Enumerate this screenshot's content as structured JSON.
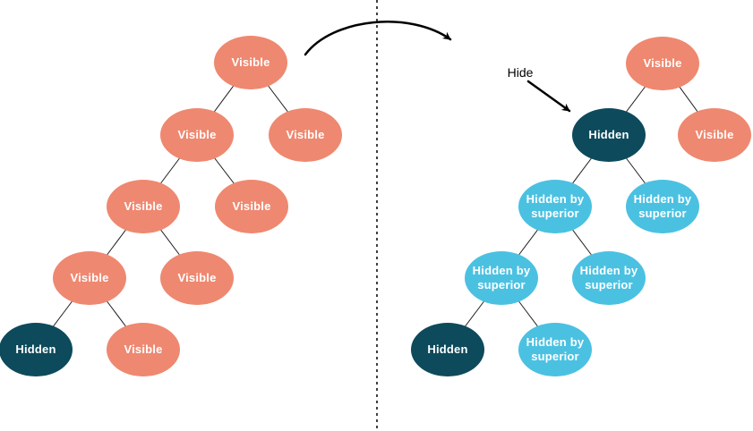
{
  "annotation": {
    "hide_label": "Hide"
  },
  "colors": {
    "visible": "#EF8870",
    "hidden": "#0D4A5C",
    "hidden_by_superior": "#4BC1E2",
    "node_text": "#FFFFFF",
    "edge_line": "#1F1F1F",
    "annotation_text": "#000000"
  },
  "legend_semantics": {
    "visible": "Visible",
    "hidden": "Hidden",
    "hidden_by_superior": "Hidden by superior"
  },
  "left_tree": {
    "description": "tree before hide operation",
    "nodes": [
      {
        "label": "Visible",
        "type": "visible"
      },
      {
        "label": "Visible",
        "type": "visible"
      },
      {
        "label": "Visible",
        "type": "visible"
      },
      {
        "label": "Visible",
        "type": "visible"
      },
      {
        "label": "Visible",
        "type": "visible"
      },
      {
        "label": "Visible",
        "type": "visible"
      },
      {
        "label": "Visible",
        "type": "visible"
      },
      {
        "label": "Hidden",
        "type": "hidden"
      },
      {
        "label": "Visible",
        "type": "visible"
      }
    ]
  },
  "right_tree": {
    "description": "tree after hide operation",
    "nodes": [
      {
        "label": "Visible",
        "type": "visible"
      },
      {
        "label": "Hidden",
        "type": "hidden"
      },
      {
        "label": "Visible",
        "type": "visible"
      },
      {
        "label": "Hidden by superior",
        "type": "hidden_by_superior"
      },
      {
        "label": "Hidden by superior",
        "type": "hidden_by_superior"
      },
      {
        "label": "Hidden by superior",
        "type": "hidden_by_superior"
      },
      {
        "label": "Hidden by superior",
        "type": "hidden_by_superior"
      },
      {
        "label": "Hidden",
        "type": "hidden"
      },
      {
        "label": "Hidden by superior",
        "type": "hidden_by_superior"
      }
    ]
  }
}
